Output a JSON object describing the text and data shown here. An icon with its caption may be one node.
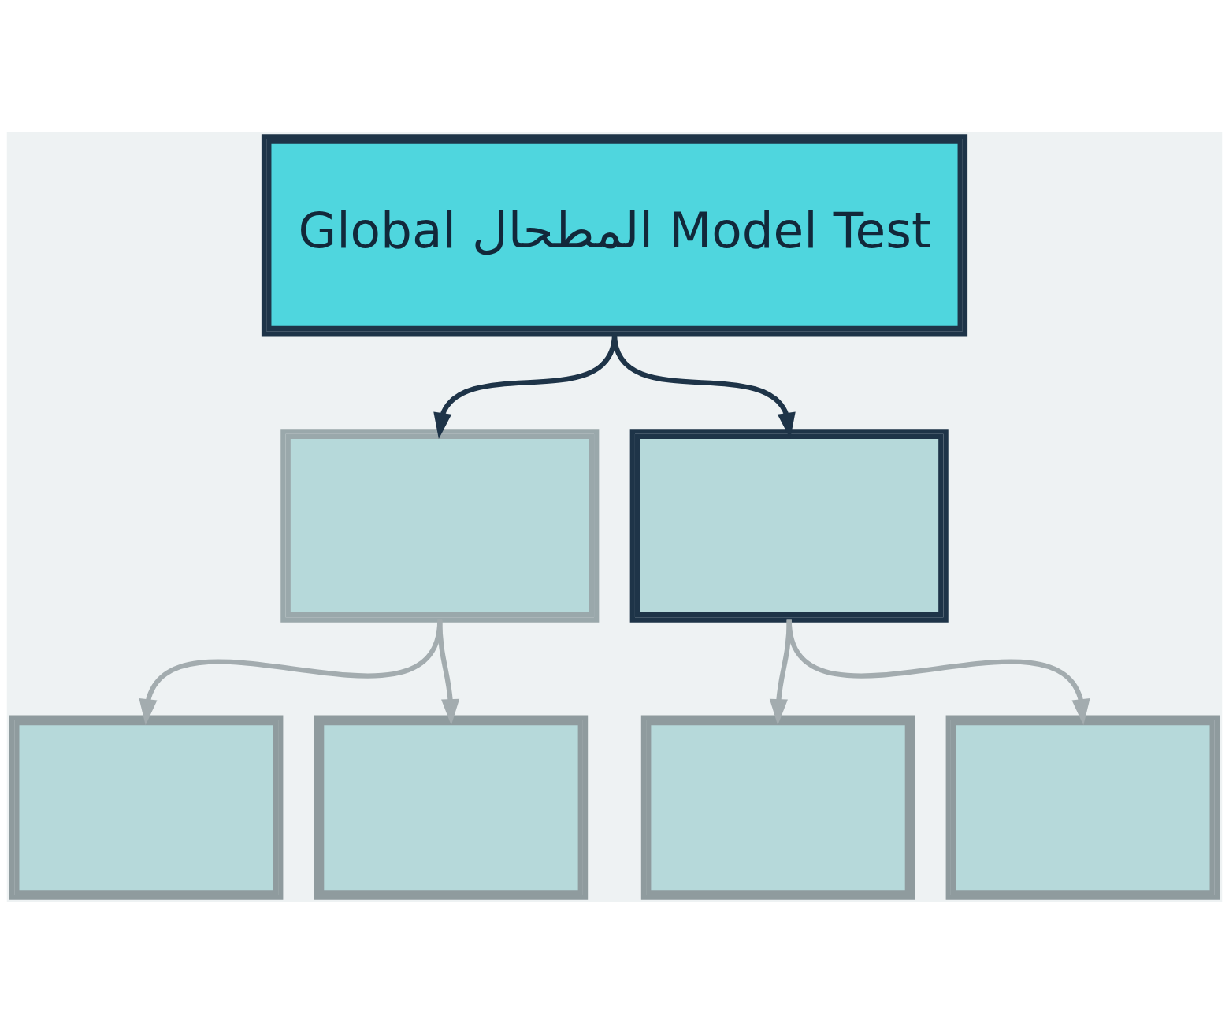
{
  "diagram": {
    "nodes": [
      {
        "text": [
          "Global المطحال Model Test"
        ]
      },
      {
        "text": [],
        "shape": "box"
      },
      {
        "text": [],
        "shape": "box"
      },
      {
        "text": [],
        "shape": "box"
      },
      {
        "text": [],
        "shape": "box"
      },
      {
        "text": [],
        "shape": "box"
      },
      {
        "text": [],
        "shape": "box"
      }
    ],
    "edges": [
      {
        "from": 0,
        "to": 1,
        "arrow": "to",
        "color": "#1e3448"
      },
      {
        "from": 0,
        "to": 2,
        "arrow": "to",
        "color": "#1e3448"
      },
      {
        "from": 1,
        "to": 3,
        "arrow": "to"
      },
      {
        "from": 1,
        "to": 4,
        "arrow": "to"
      },
      {
        "from": 2,
        "to": 5,
        "arrow": "to"
      },
      {
        "from": 2,
        "to": 6,
        "arrow": "to"
      }
    ]
  }
}
